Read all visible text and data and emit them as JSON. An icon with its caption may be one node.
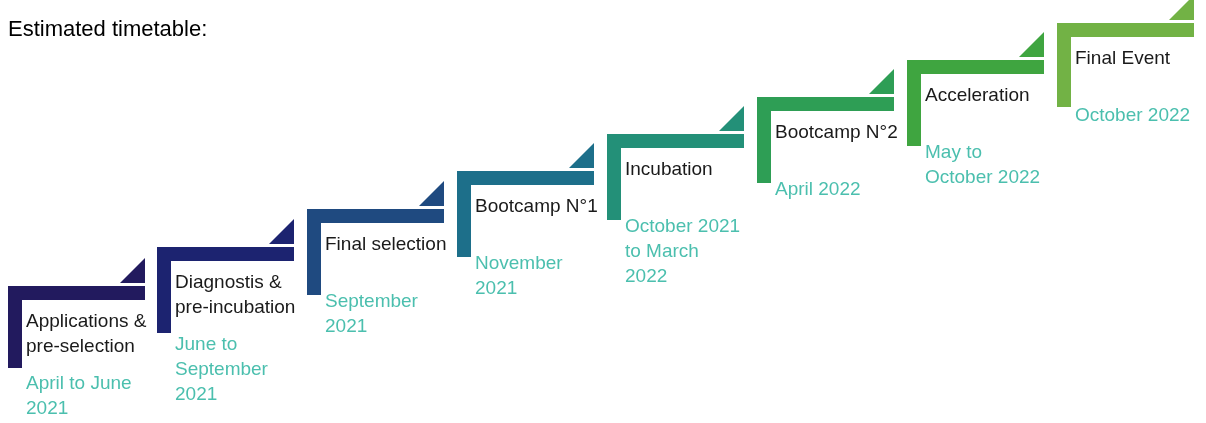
{
  "diagram": {
    "title": "Estimated timetable:",
    "nodes": [
      {
        "text": [
          "Applications & pre-selection",
          "April to June 2021"
        ]
      },
      {
        "text": [
          "Diagnostis & pre-incubation",
          "June to September 2021"
        ]
      },
      {
        "text": [
          "Final selection",
          "September 2021"
        ]
      },
      {
        "text": [
          "Bootcamp N°1",
          "November 2021"
        ]
      },
      {
        "text": [
          "Incubation",
          "October 2021 to March 2022"
        ]
      },
      {
        "text": [
          "Bootcamp N°2",
          "April 2022"
        ]
      },
      {
        "text": [
          "Acceleration",
          "May to October 2022"
        ]
      },
      {
        "text": [
          "Final Event",
          "October 2022"
        ]
      }
    ],
    "edges": []
  }
}
